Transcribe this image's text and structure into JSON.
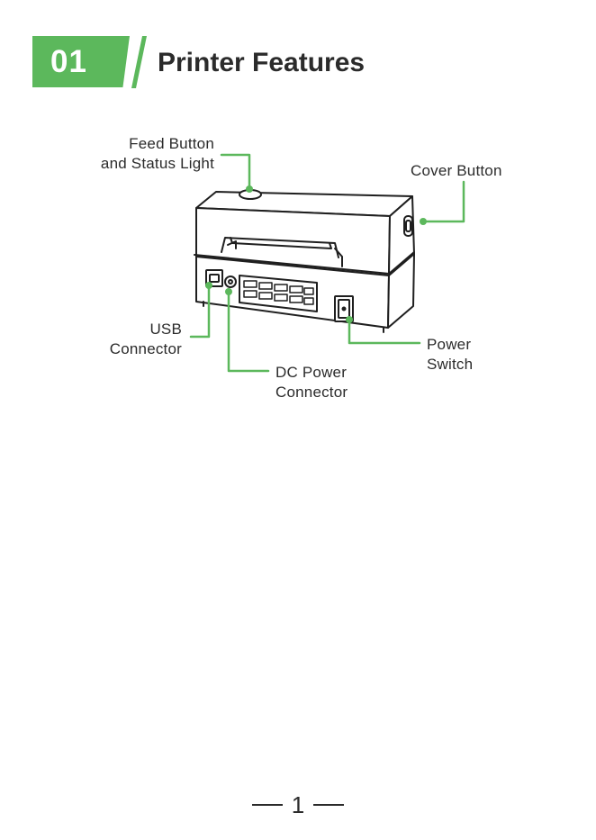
{
  "header": {
    "section_number": "01",
    "title": "Printer Features"
  },
  "callouts": {
    "feed_button": {
      "line1": "Feed Button",
      "line2": "and Status Light"
    },
    "cover_button": {
      "line1": "Cover Button"
    },
    "usb_connector": {
      "line1": "USB",
      "line2": "Connector"
    },
    "dc_power_connector": {
      "line1": "DC Power",
      "line2": "Connector"
    },
    "power_switch": {
      "line1": "Power",
      "line2": "Switch"
    }
  },
  "footer": {
    "page_number": "1"
  },
  "colors": {
    "accent_green": "#5cb85c",
    "text_dark": "#2b2b2b",
    "line_dark": "#1f1f1f"
  }
}
